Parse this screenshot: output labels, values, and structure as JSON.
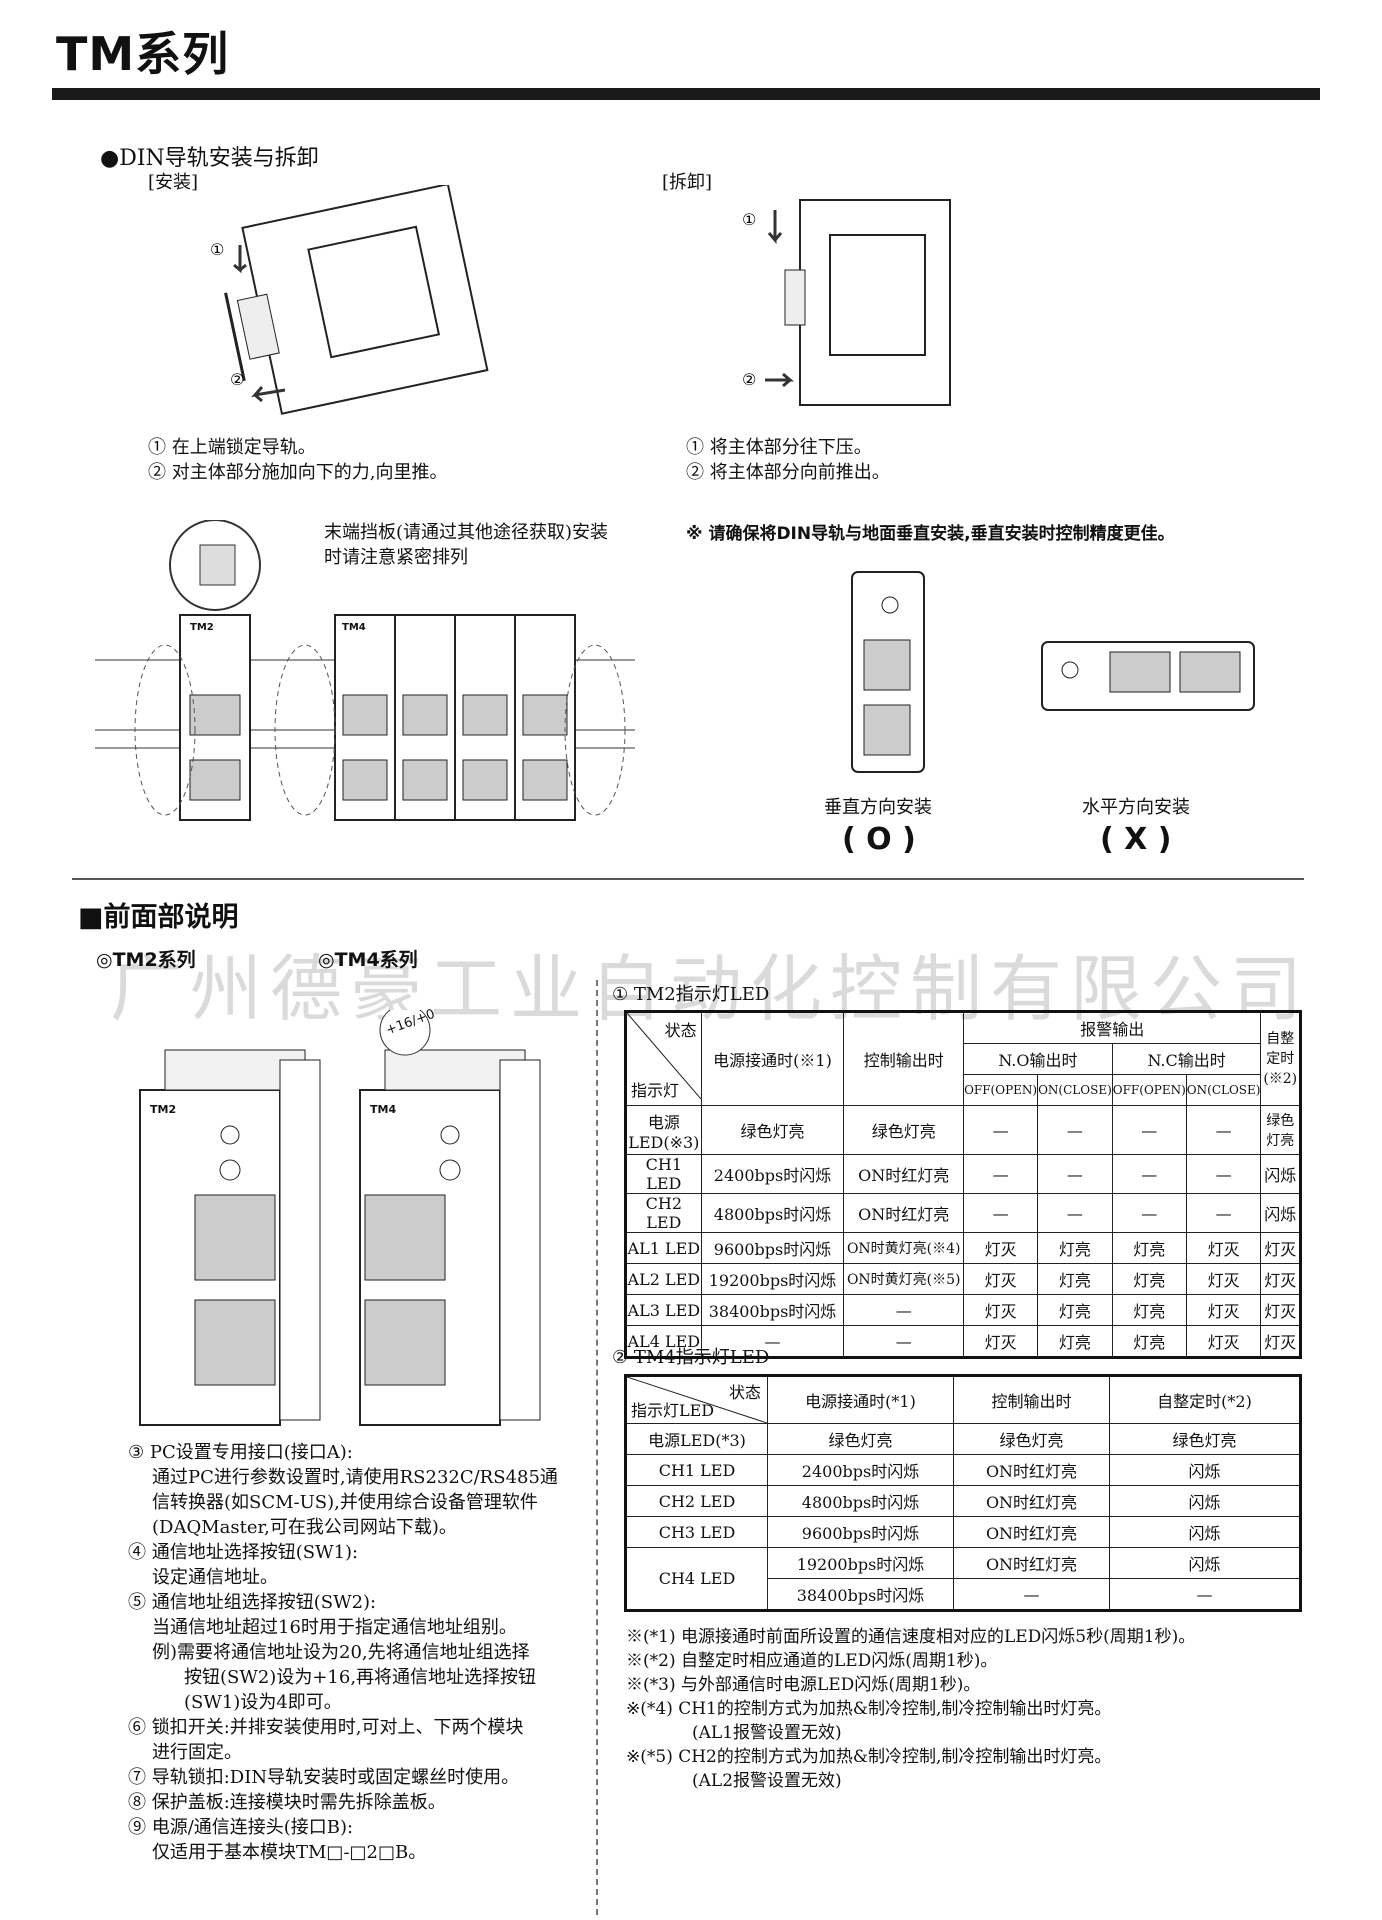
{
  "header": {
    "title": "TM系列"
  },
  "din": {
    "heading": "●DIN导轨安装与拆卸",
    "install_label": "[安装]",
    "remove_label": "[拆卸]",
    "install_steps": [
      "① 在上端锁定导轨。",
      "② 对主体部分施加向下的力,向里推。"
    ],
    "remove_steps": [
      "① 将主体部分往下压。",
      "② 将主体部分向前推出。"
    ],
    "endplate_note": "末端挡板(请通过其他途径获取)安装时请注意紧密排列",
    "vertical_note": "※ 请确保将DIN导轨与地面垂直安装,垂直安装时控制精度更佳。",
    "vertical_label": "垂直方向安装",
    "vertical_mark": "( O )",
    "horizontal_label": "水平方向安装",
    "horizontal_mark": "( X )",
    "module_tm2": "TM2",
    "module_tm4": "TM4"
  },
  "front": {
    "heading": "■前面部说明",
    "tm2_label": "◎TM2系列",
    "tm4_label": "◎TM4系列",
    "watermark": "广州德豪工业自动化控制有限公司",
    "address_mark": "+16/+0",
    "descriptions": [
      "③ PC设置专用接口(接口A):",
      "通过PC进行参数设置时,请使用RS232C/RS485通",
      "信转换器(如SCM-US),并使用综合设备管理软件",
      "(DAQMaster,可在我公司网站下载)。",
      "④ 通信地址选择按钮(SW1):",
      "设定通信地址。",
      "⑤ 通信地址组选择按钮(SW2):",
      "当通信地址超过16时用于指定通信地址组别。",
      "例)需要将通信地址设为20,先将通信地址组选择",
      "按钮(SW2)设为+16,再将通信地址选择按钮",
      "(SW1)设为4即可。",
      "⑥ 锁扣开关:并排安装使用时,可对上、下两个模块",
      "进行固定。",
      "⑦ 导轨锁扣:DIN导轨安装时或固定螺丝时使用。",
      "⑧ 保护盖板:连接模块时需先拆除盖板。",
      "⑨ 电源/通信连接头(接口B):",
      "仅适用于基本模块TM□-□2□B。"
    ]
  },
  "tm2_table": {
    "caption": "① TM2指示灯LED",
    "corner_top": "状态",
    "corner_bottom": "指示灯",
    "col_power": "电源接通时(※1)",
    "col_control": "控制输出时",
    "col_alarm": "报警输出",
    "col_no": "N.O输出时",
    "col_nc": "N.C输出时",
    "col_off_open": "OFF(OPEN)",
    "col_on_close": "ON(CLOSE)",
    "col_auto": "自整定时(※2)",
    "rows": [
      [
        "电源LED(※3)",
        "绿色灯亮",
        "绿色灯亮",
        "—",
        "—",
        "—",
        "—",
        "绿色灯亮"
      ],
      [
        "CH1 LED",
        "2400bps时闪烁",
        "ON时红灯亮",
        "—",
        "—",
        "—",
        "—",
        "闪烁"
      ],
      [
        "CH2 LED",
        "4800bps时闪烁",
        "ON时红灯亮",
        "—",
        "—",
        "—",
        "—",
        "闪烁"
      ],
      [
        "AL1 LED",
        "9600bps时闪烁",
        "ON时黄灯亮(※4)",
        "灯灭",
        "灯亮",
        "灯亮",
        "灯灭",
        "灯灭"
      ],
      [
        "AL2 LED",
        "19200bps时闪烁",
        "ON时黄灯亮(※5)",
        "灯灭",
        "灯亮",
        "灯亮",
        "灯灭",
        "灯灭"
      ],
      [
        "AL3 LED",
        "38400bps时闪烁",
        "—",
        "灯灭",
        "灯亮",
        "灯亮",
        "灯灭",
        "灯灭"
      ],
      [
        "AL4 LED",
        "—",
        "—",
        "灯灭",
        "灯亮",
        "灯亮",
        "灯灭",
        "灯灭"
      ]
    ]
  },
  "tm4_table": {
    "caption": "② TM4指示灯LED",
    "corner_top": "状态",
    "corner_bottom": "指示灯LED",
    "col_power": "电源接通时(*1)",
    "col_control": "控制输出时",
    "col_auto": "自整定时(*2)",
    "rows": [
      [
        "电源LED(*3)",
        "绿色灯亮",
        "绿色灯亮",
        "绿色灯亮"
      ],
      [
        "CH1 LED",
        "2400bps时闪烁",
        "ON时红灯亮",
        "闪烁"
      ],
      [
        "CH2 LED",
        "4800bps时闪烁",
        "ON时红灯亮",
        "闪烁"
      ],
      [
        "CH3 LED",
        "9600bps时闪烁",
        "ON时红灯亮",
        "闪烁"
      ]
    ],
    "ch4_label": "CH4 LED",
    "ch4_rows": [
      [
        "19200bps时闪烁",
        "ON时红灯亮",
        "闪烁"
      ],
      [
        "38400bps时闪烁",
        "—",
        "—"
      ]
    ]
  },
  "footnotes": [
    "※(*1) 电源接通时前面所设置的通信速度相对应的LED闪烁5秒(周期1秒)。",
    "※(*2) 自整定时相应通道的LED闪烁(周期1秒)。",
    "※(*3) 与外部通信时电源LED闪烁(周期1秒)。",
    "※(*4) CH1的控制方式为加热&制冷控制,制冷控制输出时灯亮。",
    "(AL1报警设置无效)",
    "※(*5) CH2的控制方式为加热&制冷控制,制冷控制输出时灯亮。",
    "(AL2报警设置无效)"
  ],
  "colors": {
    "bar": "#1a1a1a",
    "watermark": "#969696"
  }
}
